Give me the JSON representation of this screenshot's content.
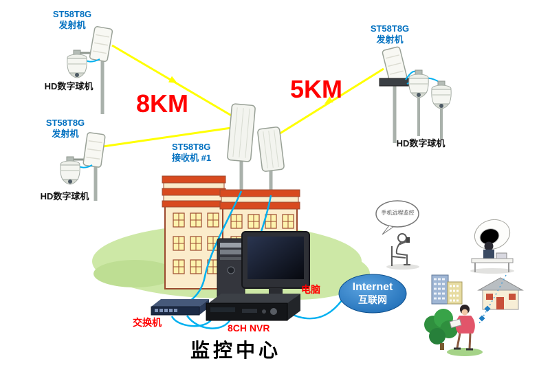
{
  "labels": {
    "transmitter_model": "ST58T8G",
    "transmitter_type": "发射机",
    "receiver_model": "ST58T8G",
    "receiver_type": "接收机 #1",
    "camera": "HD数字球机",
    "distance_left": "8KM",
    "distance_right": "5KM",
    "computer": "电脑",
    "switch": "交换机",
    "nvr": "8CH NVR",
    "internet_line1": "Internet",
    "internet_line2": "互联网",
    "title": "监控中心",
    "speech_bubble": "手机远程监控"
  },
  "colors": {
    "wireless_link": "#ffff00",
    "cable": "#00b0f0",
    "device_label_blue": "#0070c0",
    "distance_red": "#ff0000",
    "internet_fill": "#1e7ac4",
    "building_band": "#d84a1f",
    "building_wall": "#fbeccb",
    "ground_green": "#cde8a6"
  }
}
